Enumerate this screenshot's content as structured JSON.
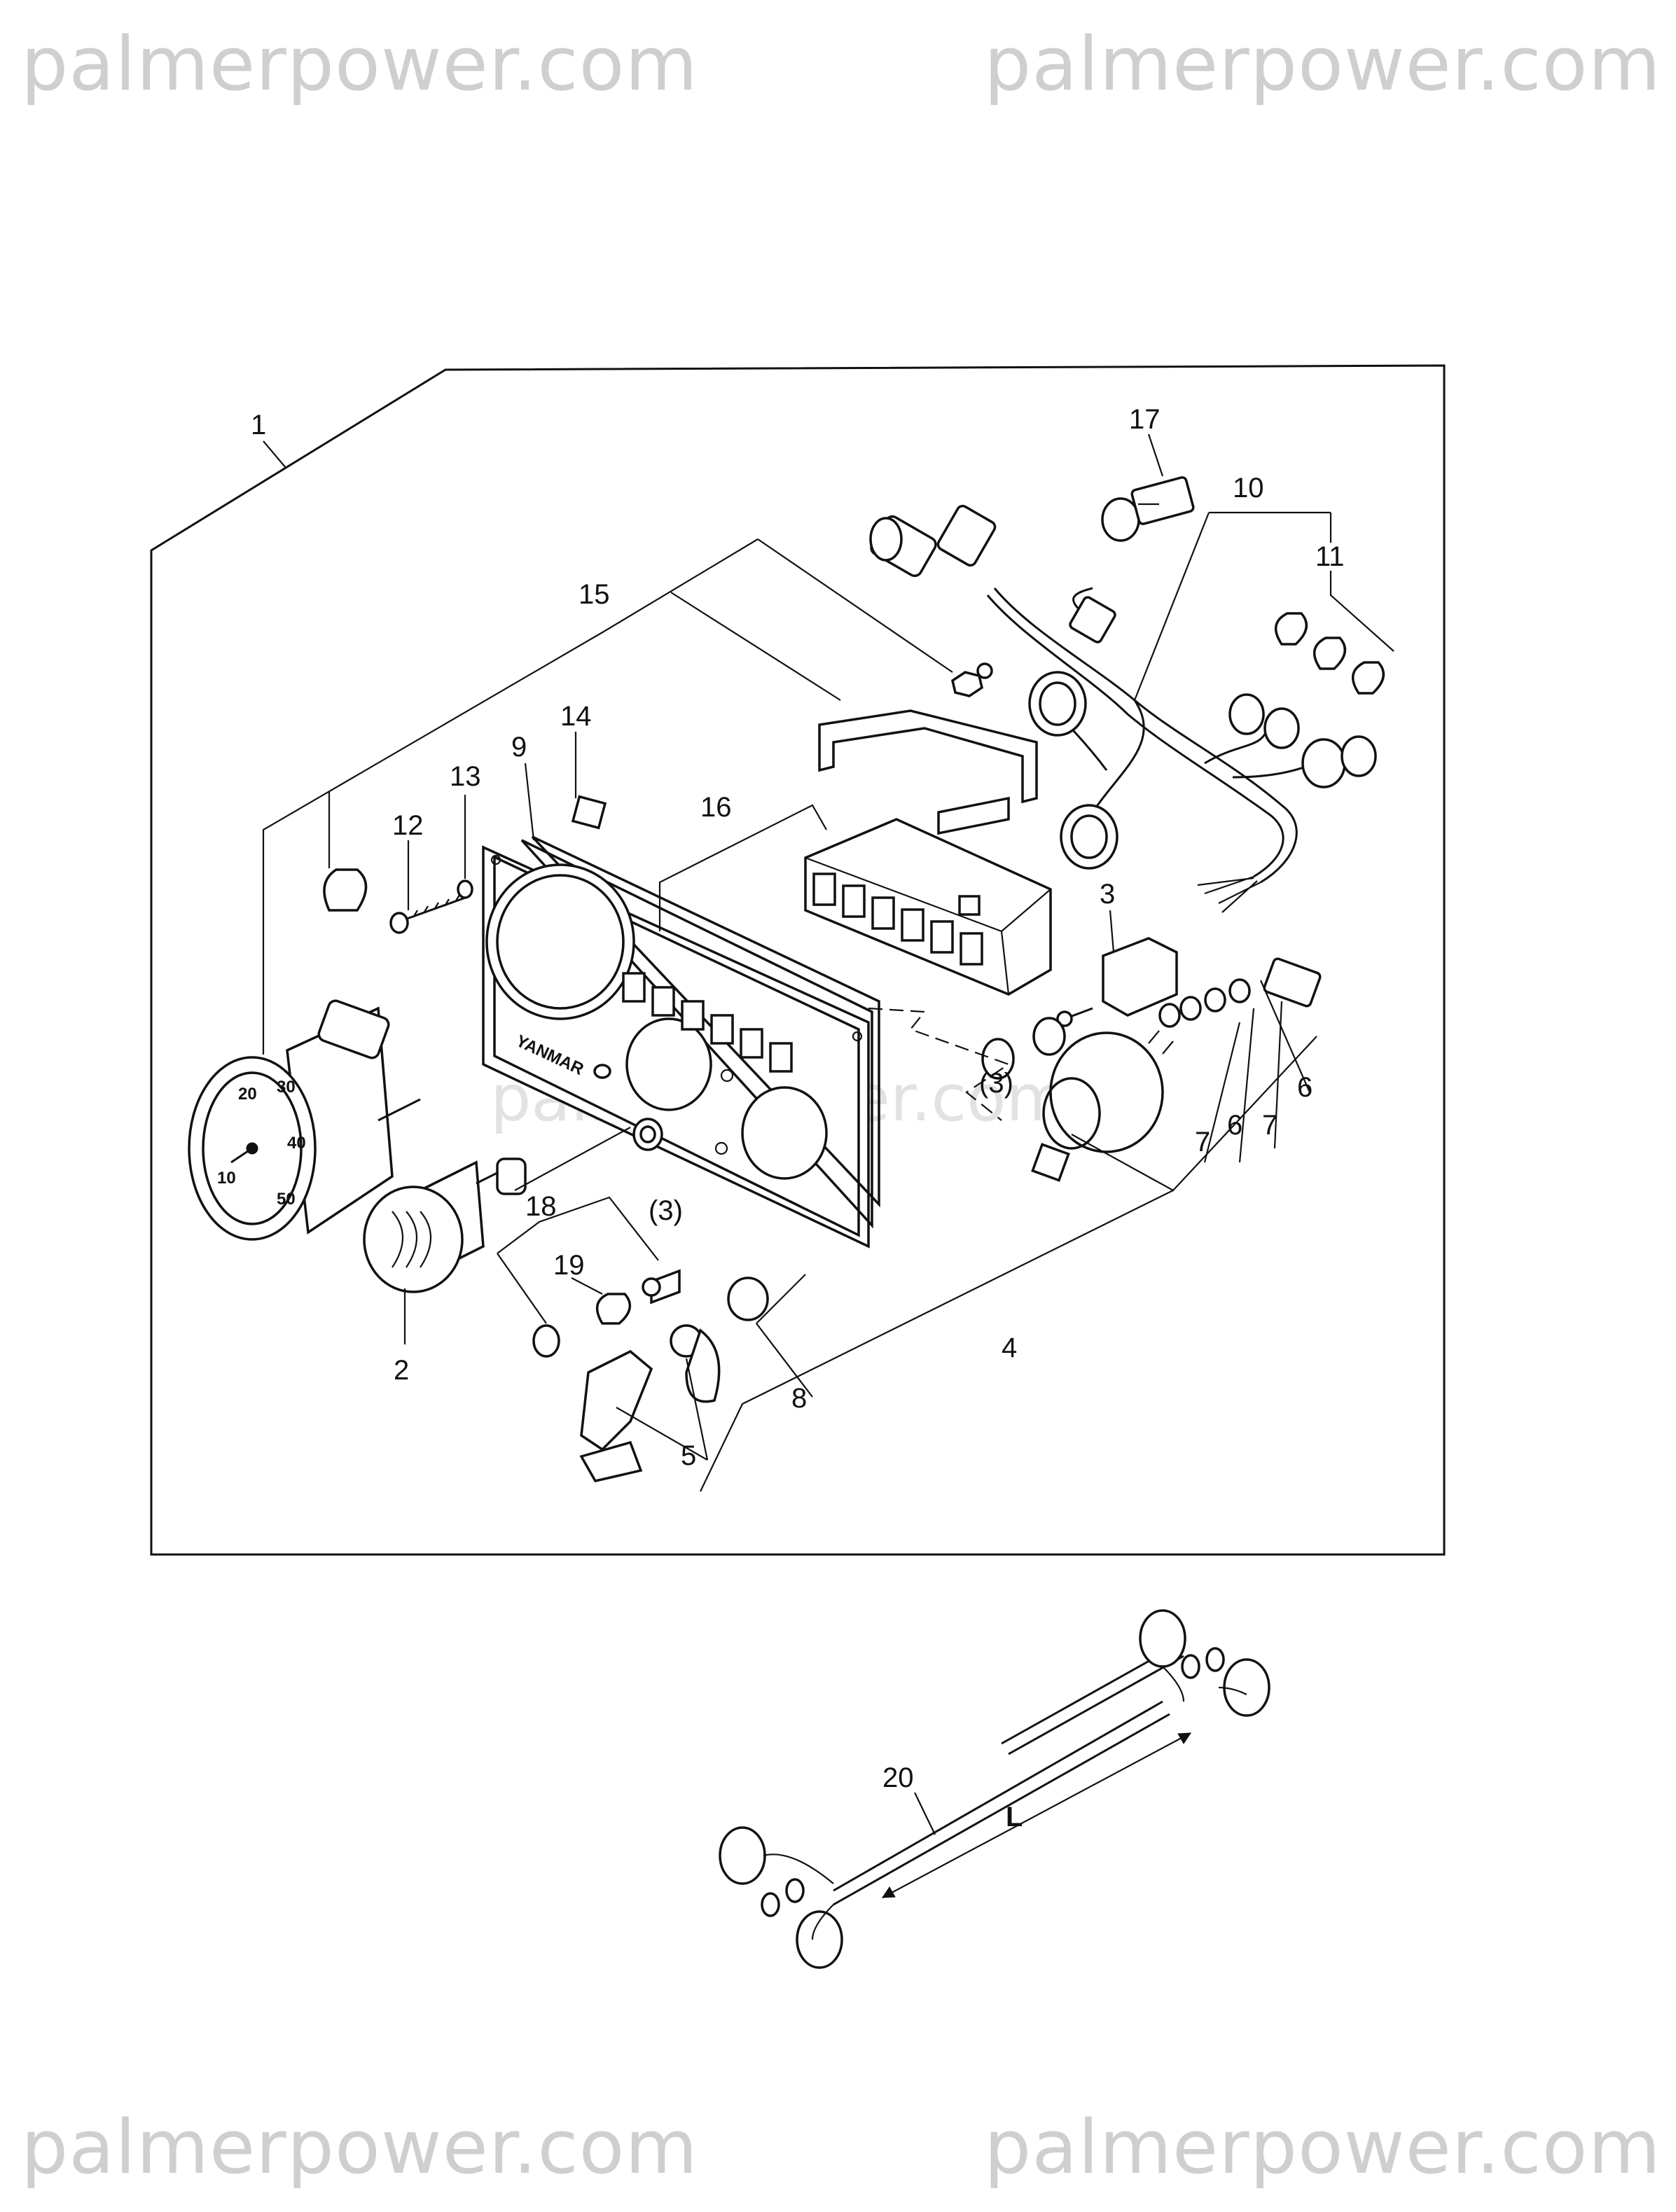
{
  "watermark": {
    "text": "palmerpower.com"
  },
  "panel_logo": "YANMAR",
  "callouts": {
    "c1": "1",
    "c2": "2",
    "c3": "3",
    "c3a": "(3)",
    "c3b": "(3)",
    "c4": "4",
    "c5": "5",
    "c6a": "6",
    "c6b": "6",
    "c7a": "7",
    "c7b": "7",
    "c8": "8",
    "c9": "9",
    "c10": "10",
    "c11": "11",
    "c12": "12",
    "c13": "13",
    "c14": "14",
    "c15": "15",
    "c16": "16",
    "c17": "17",
    "c18": "18",
    "c19": "19",
    "c20": "20"
  },
  "dimension_label": "L",
  "gauge_ticks": [
    "10",
    "20",
    "30",
    "40",
    "50"
  ]
}
